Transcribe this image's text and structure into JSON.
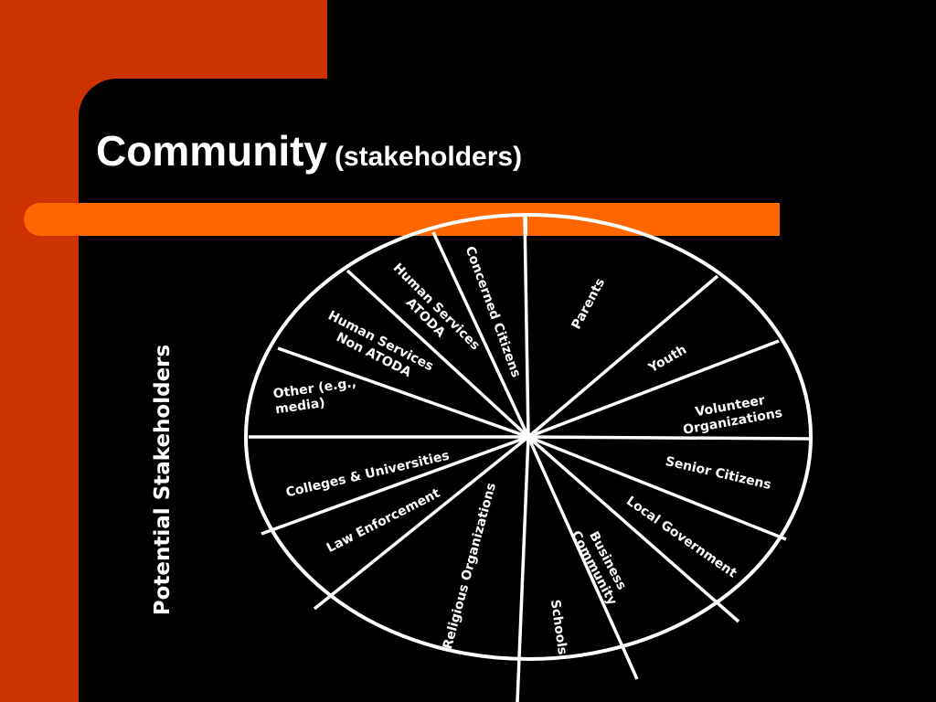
{
  "slide": {
    "title_main": "Community",
    "title_sub": "(stakeholders)",
    "side_label": "Potential Stakeholders"
  },
  "colors": {
    "background": "#000000",
    "accent_red": "#cc3300",
    "accent_orange": "#ff6600",
    "line": "#ffffff",
    "text": "#ffffff"
  },
  "wheel": {
    "segments": [
      {
        "lines": [
          "Parents"
        ]
      },
      {
        "lines": [
          "Youth"
        ]
      },
      {
        "lines": [
          "Volunteer",
          "Organizations"
        ]
      },
      {
        "lines": [
          "Senior Citizens"
        ]
      },
      {
        "lines": [
          "Local Government"
        ]
      },
      {
        "lines": [
          "Business",
          "Community"
        ]
      },
      {
        "lines": [
          "Schools"
        ]
      },
      {
        "lines": [
          "Religious Organizations"
        ]
      },
      {
        "lines": [
          "Law Enforcement"
        ]
      },
      {
        "lines": [
          "Colleges & Universities"
        ]
      },
      {
        "lines": [
          "Other (e.g.,",
          "media)"
        ]
      },
      {
        "lines": [
          "Human Services",
          "Non ATODA"
        ]
      },
      {
        "lines": [
          "Human Services",
          "ATODA"
        ]
      },
      {
        "lines": [
          "Concerned Citizens"
        ]
      }
    ]
  }
}
